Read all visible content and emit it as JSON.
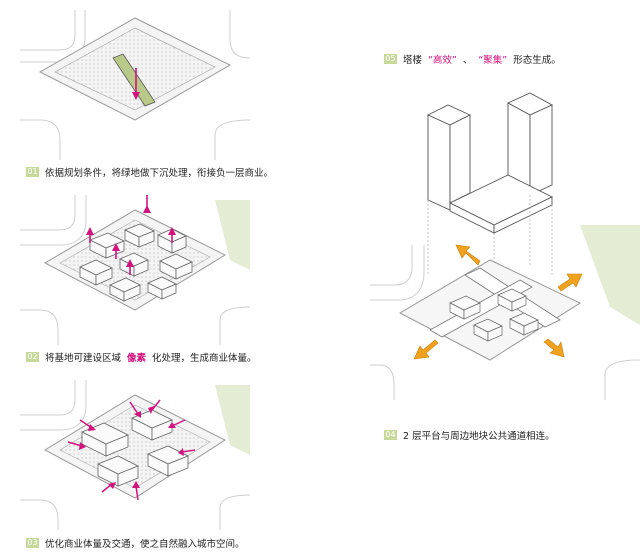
{
  "steps": [
    {
      "num": "01",
      "text": "依据规划条件，将绿地做下沉处理，衔接负一层商业。"
    },
    {
      "num": "02",
      "pre": "将基地可建设区域",
      "highlight": "像素",
      "post": "化处理，生成商业体量。"
    },
    {
      "num": "03",
      "text": "优化商业体量及交通，使之自然融入城市空间。"
    },
    {
      "num": "04",
      "text": "2 层平台与周边地块公共通道相连。"
    },
    {
      "num": "05",
      "pre": "塔楼",
      "q1": "“高效”",
      "sep": "、",
      "q2": "“聚集”",
      "post": "形态生成。"
    }
  ],
  "colors": {
    "accent_magenta": "#d4127e",
    "accent_orange": "#f0a21e",
    "green_zone": "#e4ecd4",
    "badge_green": "#c7d99a"
  }
}
